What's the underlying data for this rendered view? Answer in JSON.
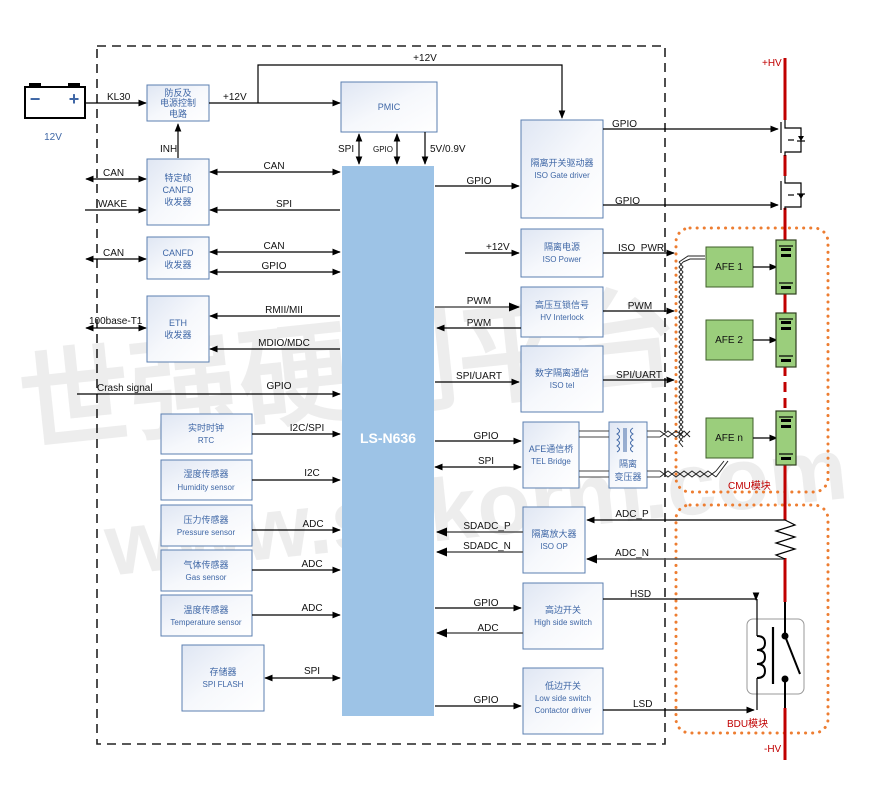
{
  "watermark": {
    "line1": "世强硬创平台",
    "line2": "www.sekorm.com"
  },
  "battery": {
    "voltage": "12V",
    "minus": "−",
    "plus": "+"
  },
  "mcu": {
    "label": "LS-N636"
  },
  "blocks": {
    "protect": [
      "防反及",
      "电源控制",
      "电路"
    ],
    "pmic": "PMIC",
    "canfd_special": [
      "特定帧",
      "CANFD",
      "收发器"
    ],
    "canfd": [
      "CANFD",
      "收发器"
    ],
    "eth": [
      "ETH",
      "收发器"
    ],
    "rtc": [
      "实时时钟",
      "RTC"
    ],
    "humidity": [
      "湿度传感器",
      "Humidity sensor"
    ],
    "pressure": [
      "压力传感器",
      "Pressure sensor"
    ],
    "gas": [
      "气体传感器",
      "Gas sensor"
    ],
    "temperature": [
      "温度传感器",
      "Temperature sensor"
    ],
    "flash": [
      "存储器",
      "SPI FLASH"
    ],
    "gate_driver": [
      "隔离开关驱动器",
      "ISO Gate driver"
    ],
    "iso_power": [
      "隔离电源",
      "ISO Power"
    ],
    "hv_interlock": [
      "高压互锁信号",
      "HV Interlock"
    ],
    "iso_tel": [
      "数字隔离通信",
      "ISO tel"
    ],
    "tel_bridge": [
      "AFE通信桥",
      "TEL Bridge"
    ],
    "transformer": [
      "隔离",
      "变压器"
    ],
    "iso_op": [
      "隔离放大器",
      "ISO OP"
    ],
    "hsd": [
      "高边开关",
      "High side switch"
    ],
    "lsd": [
      "低边开关",
      "Low side switch",
      "Contactor driver"
    ],
    "afe": [
      "AFE 1",
      "AFE 2",
      "AFE n"
    ]
  },
  "signals": {
    "kl30": "KL30",
    "v12_protect": "+12V",
    "v12_top": "+12V",
    "inh": "INH",
    "pmic_spi": "SPI",
    "pmic_gpio": "GPIO",
    "pmic_5v": "5V/0.9V",
    "can_ext1": "CAN",
    "wake": "WAKE",
    "can_mcu1": "CAN",
    "spi_mcu1": "SPI",
    "can_ext2": "CAN",
    "can_mcu2": "CAN",
    "gpio_mcu2": "GPIO",
    "eth_ext": "100base-T1",
    "rmii": "RMII/MII",
    "mdio": "MDIO/MDC",
    "crash": "Crash signal",
    "crash_gpio": "GPIO",
    "rtc": "I2C/SPI",
    "humidity": "I2C",
    "pressure": "ADC",
    "gas": "ADC",
    "temperature": "ADC",
    "flash": "SPI",
    "gate_in": "GPIO",
    "gate_out1": "GPIO",
    "gate_out2": "GPIO",
    "isopwr_in": "+12V",
    "isopwr_out": "ISO_PWR",
    "pwm_in": "PWM",
    "pwm_back": "PWM",
    "pwm_out": "PWM",
    "tel_in": "SPI/UART",
    "tel_out": "SPI/UART",
    "bridge_gpio": "GPIO",
    "bridge_spi": "SPI",
    "sdadc_p": "SDADC_P",
    "sdadc_n": "SDADC_N",
    "adc_p": "ADC_P",
    "adc_n": "ADC_N",
    "hsd_gpio": "GPIO",
    "hsd_adc": "ADC",
    "hsd_out": "HSD",
    "lsd_gpio": "GPIO",
    "lsd_out": "LSD"
  },
  "rails": {
    "pos": "+HV",
    "neg": "-HV"
  },
  "modules": {
    "cmu": "CMU模块",
    "bdu": "BDU模块"
  },
  "colors": {
    "mcu": "#9dc3e6",
    "afe": "#9bce7c",
    "hv": "#c00000",
    "module_border": "#ed7d31",
    "block_text": "#3f67a6"
  }
}
